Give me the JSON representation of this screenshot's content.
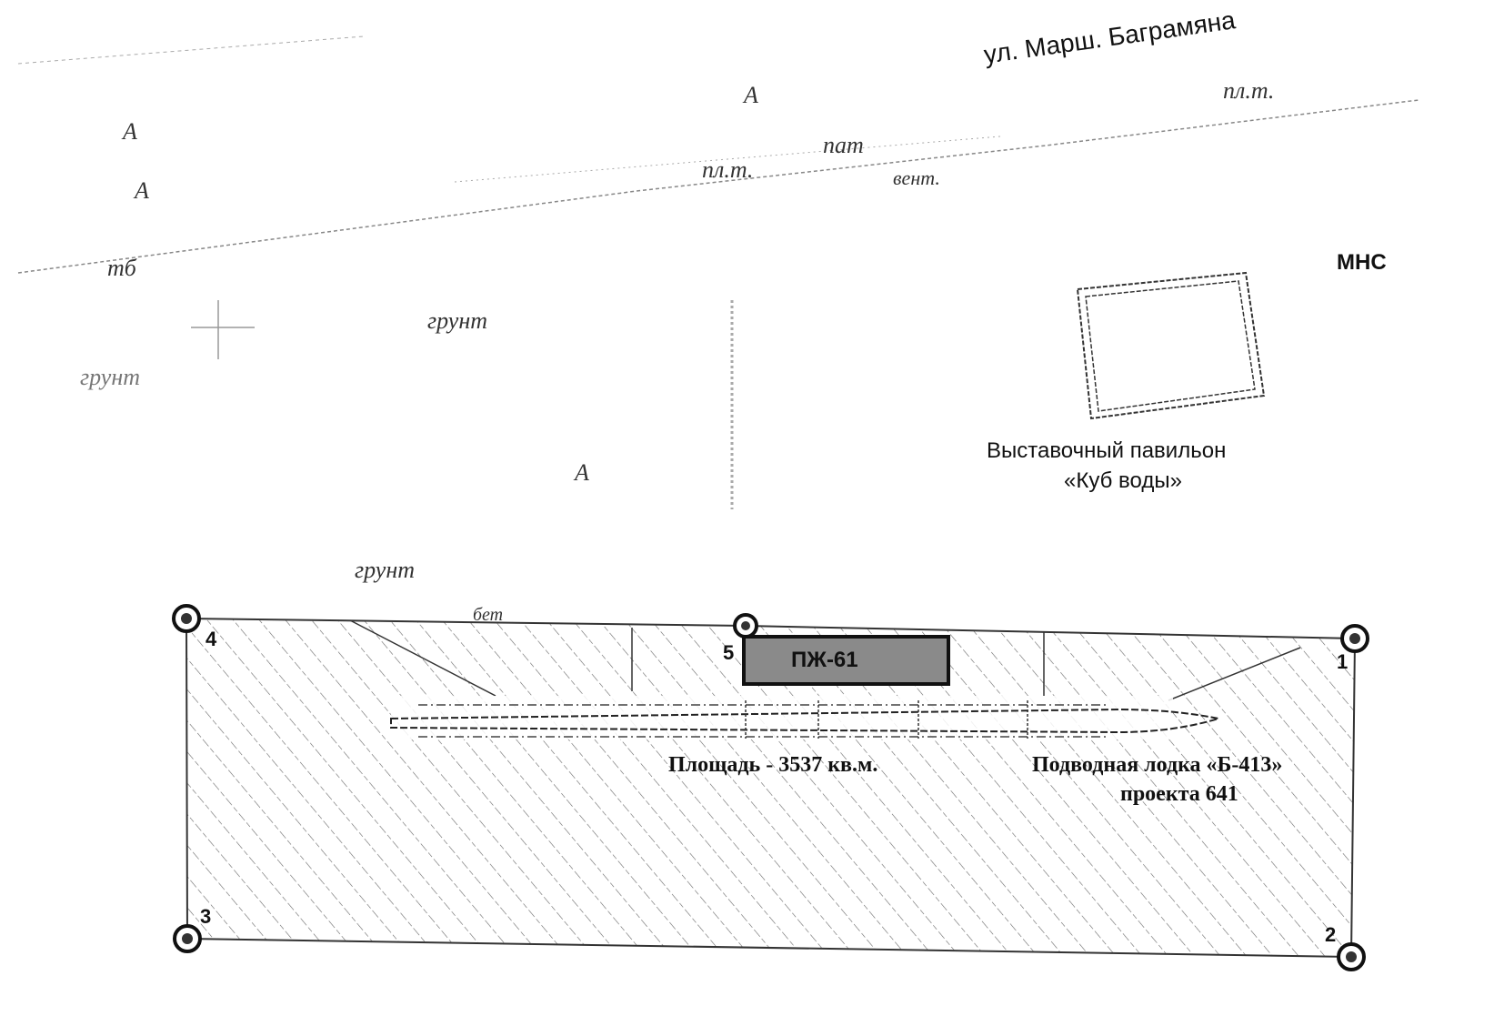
{
  "map": {
    "street": "ул. Марш. Баграмяна",
    "feature_labels": {
      "a1": "А",
      "a2": "А",
      "a3": "А",
      "a4": "А",
      "plat1": "пл.т.",
      "plat2": "пат",
      "plat3": "пл.т.",
      "vent": "вент.",
      "tb": "тб",
      "mns": "МНС",
      "grunt1": "грунт",
      "grunt2": "грунт",
      "grunt3": "грунт",
      "bet": "бет"
    },
    "pavilion": {
      "line1": "Выставочный павильон",
      "line2": "«Куб воды»"
    },
    "parcel": {
      "code": "ПЖ-61",
      "area": "Площадь - 3537 кв.м.",
      "object_line1": "Подводная лодка «Б-413»",
      "object_line2": "проекта 641",
      "points": [
        "1",
        "2",
        "3",
        "4",
        "5"
      ]
    },
    "colors": {
      "ink": "#111111",
      "hatch": "#555555",
      "label_fill": "#8a8a8a"
    }
  }
}
